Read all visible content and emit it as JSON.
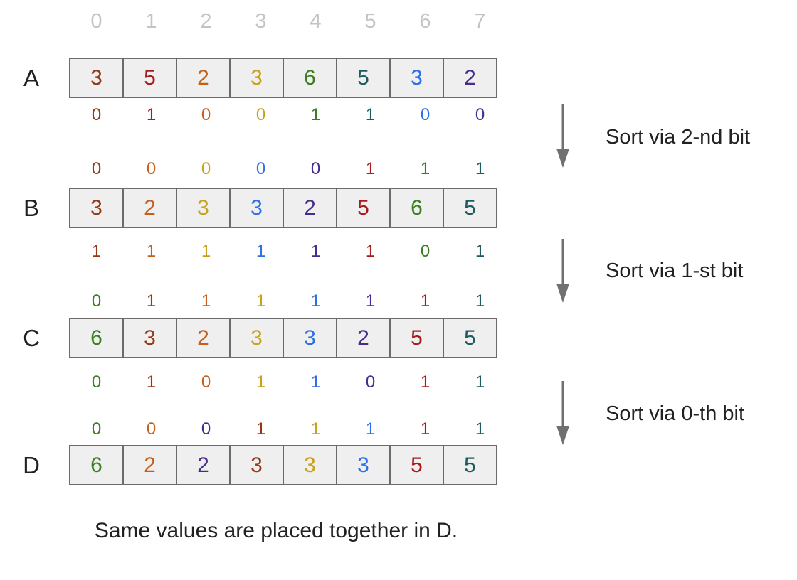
{
  "palette": {
    "brick": "#923A16",
    "red": "#A51C1C",
    "orange": "#C45F1C",
    "gold": "#C8A11E",
    "green": "#3B7D22",
    "teal": "#1D5B5F",
    "blue": "#2E6FE3",
    "purple": "#482B8F",
    "index_gray": "#C4C4C4",
    "arrow_gray": "#707070",
    "text_black": "#212121",
    "cell_fill": "#EFEFEF",
    "cell_border": "#6B6B6B"
  },
  "indices": [
    "0",
    "1",
    "2",
    "3",
    "4",
    "5",
    "6",
    "7"
  ],
  "rows": [
    {
      "label": "A",
      "cells": [
        {
          "v": "3",
          "c": "brick"
        },
        {
          "v": "5",
          "c": "red"
        },
        {
          "v": "2",
          "c": "orange"
        },
        {
          "v": "3",
          "c": "gold"
        },
        {
          "v": "6",
          "c": "green"
        },
        {
          "v": "5",
          "c": "teal"
        },
        {
          "v": "3",
          "c": "blue"
        },
        {
          "v": "2",
          "c": "purple"
        }
      ]
    },
    {
      "label": "B",
      "cells": [
        {
          "v": "3",
          "c": "brick"
        },
        {
          "v": "2",
          "c": "orange"
        },
        {
          "v": "3",
          "c": "gold"
        },
        {
          "v": "3",
          "c": "blue"
        },
        {
          "v": "2",
          "c": "purple"
        },
        {
          "v": "5",
          "c": "red"
        },
        {
          "v": "6",
          "c": "green"
        },
        {
          "v": "5",
          "c": "teal"
        }
      ]
    },
    {
      "label": "C",
      "cells": [
        {
          "v": "6",
          "c": "green"
        },
        {
          "v": "3",
          "c": "brick"
        },
        {
          "v": "2",
          "c": "orange"
        },
        {
          "v": "3",
          "c": "gold"
        },
        {
          "v": "3",
          "c": "blue"
        },
        {
          "v": "2",
          "c": "purple"
        },
        {
          "v": "5",
          "c": "red"
        },
        {
          "v": "5",
          "c": "teal"
        }
      ]
    },
    {
      "label": "D",
      "cells": [
        {
          "v": "6",
          "c": "green"
        },
        {
          "v": "2",
          "c": "orange"
        },
        {
          "v": "2",
          "c": "purple"
        },
        {
          "v": "3",
          "c": "brick"
        },
        {
          "v": "3",
          "c": "gold"
        },
        {
          "v": "3",
          "c": "blue"
        },
        {
          "v": "5",
          "c": "red"
        },
        {
          "v": "5",
          "c": "teal"
        }
      ]
    }
  ],
  "bit_rows": [
    {
      "name": "bits-below-a",
      "bits": [
        {
          "v": "0",
          "c": "brick"
        },
        {
          "v": "1",
          "c": "red"
        },
        {
          "v": "0",
          "c": "orange"
        },
        {
          "v": "0",
          "c": "gold"
        },
        {
          "v": "1",
          "c": "green"
        },
        {
          "v": "1",
          "c": "teal"
        },
        {
          "v": "0",
          "c": "blue"
        },
        {
          "v": "0",
          "c": "purple"
        }
      ]
    },
    {
      "name": "bits-above-b",
      "bits": [
        {
          "v": "0",
          "c": "brick"
        },
        {
          "v": "0",
          "c": "orange"
        },
        {
          "v": "0",
          "c": "gold"
        },
        {
          "v": "0",
          "c": "blue"
        },
        {
          "v": "0",
          "c": "purple"
        },
        {
          "v": "1",
          "c": "red"
        },
        {
          "v": "1",
          "c": "green"
        },
        {
          "v": "1",
          "c": "teal"
        }
      ]
    },
    {
      "name": "bits-below-b",
      "bits": [
        {
          "v": "1",
          "c": "brick"
        },
        {
          "v": "1",
          "c": "orange"
        },
        {
          "v": "1",
          "c": "gold"
        },
        {
          "v": "1",
          "c": "blue"
        },
        {
          "v": "1",
          "c": "purple"
        },
        {
          "v": "1",
          "c": "red"
        },
        {
          "v": "0",
          "c": "green"
        },
        {
          "v": "1",
          "c": "teal"
        }
      ]
    },
    {
      "name": "bits-above-c",
      "bits": [
        {
          "v": "0",
          "c": "green"
        },
        {
          "v": "1",
          "c": "brick"
        },
        {
          "v": "1",
          "c": "orange"
        },
        {
          "v": "1",
          "c": "gold"
        },
        {
          "v": "1",
          "c": "blue"
        },
        {
          "v": "1",
          "c": "purple"
        },
        {
          "v": "1",
          "c": "red"
        },
        {
          "v": "1",
          "c": "teal"
        }
      ]
    },
    {
      "name": "bits-below-c",
      "bits": [
        {
          "v": "0",
          "c": "green"
        },
        {
          "v": "1",
          "c": "brick"
        },
        {
          "v": "0",
          "c": "orange"
        },
        {
          "v": "1",
          "c": "gold"
        },
        {
          "v": "1",
          "c": "blue"
        },
        {
          "v": "0",
          "c": "purple"
        },
        {
          "v": "1",
          "c": "red"
        },
        {
          "v": "1",
          "c": "teal"
        }
      ]
    },
    {
      "name": "bits-above-d",
      "bits": [
        {
          "v": "0",
          "c": "green"
        },
        {
          "v": "0",
          "c": "orange"
        },
        {
          "v": "0",
          "c": "purple"
        },
        {
          "v": "1",
          "c": "brick"
        },
        {
          "v": "1",
          "c": "gold"
        },
        {
          "v": "1",
          "c": "blue"
        },
        {
          "v": "1",
          "c": "red"
        },
        {
          "v": "1",
          "c": "teal"
        }
      ]
    }
  ],
  "arrows": [
    {
      "label": "Sort via 2-nd bit"
    },
    {
      "label": "Sort via 1-st bit"
    },
    {
      "label": "Sort via 0-th bit"
    }
  ],
  "caption": "Same values are placed together in D."
}
